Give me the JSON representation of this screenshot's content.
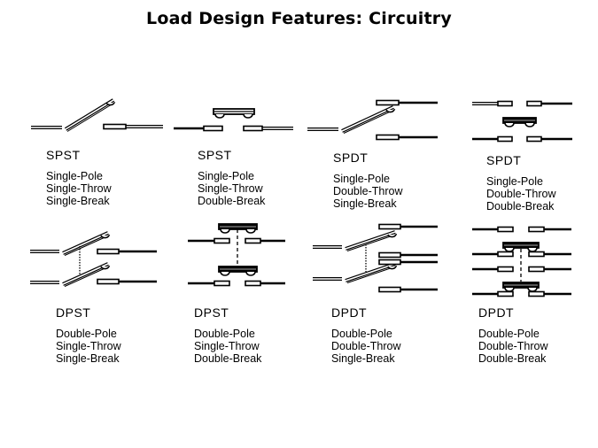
{
  "title": "Load Design Features: Circuitry",
  "switches": [
    {
      "abbr": "SPST",
      "lines": [
        "Single-Pole",
        "Single-Throw",
        "Single-Break"
      ],
      "icon": "spst-single-break-switch-icon"
    },
    {
      "abbr": "SPST",
      "lines": [
        "Single-Pole",
        "Single-Throw",
        "Double-Break"
      ],
      "icon": "spst-double-break-switch-icon"
    },
    {
      "abbr": "SPDT",
      "lines": [
        "Single-Pole",
        "Double-Throw",
        "Single-Break"
      ],
      "icon": "spdt-single-break-switch-icon"
    },
    {
      "abbr": "SPDT",
      "lines": [
        "Single-Pole",
        "Double-Throw",
        "Double-Break"
      ],
      "icon": "spdt-double-break-switch-icon"
    },
    {
      "abbr": "DPST",
      "lines": [
        "Double-Pole",
        "Single-Throw",
        "Single-Break"
      ],
      "icon": "dpst-single-break-switch-icon"
    },
    {
      "abbr": "DPST",
      "lines": [
        "Double-Pole",
        "Single-Throw",
        "Double-Break"
      ],
      "icon": "dpst-double-break-switch-icon"
    },
    {
      "abbr": "DPDT",
      "lines": [
        "Double-Pole",
        "Double-Throw",
        "Single-Break"
      ],
      "icon": "dpdt-single-break-switch-icon"
    },
    {
      "abbr": "DPDT",
      "lines": [
        "Double-Pole",
        "Double-Throw",
        "Double-Break"
      ],
      "icon": "dpdt-double-break-switch-icon"
    }
  ]
}
